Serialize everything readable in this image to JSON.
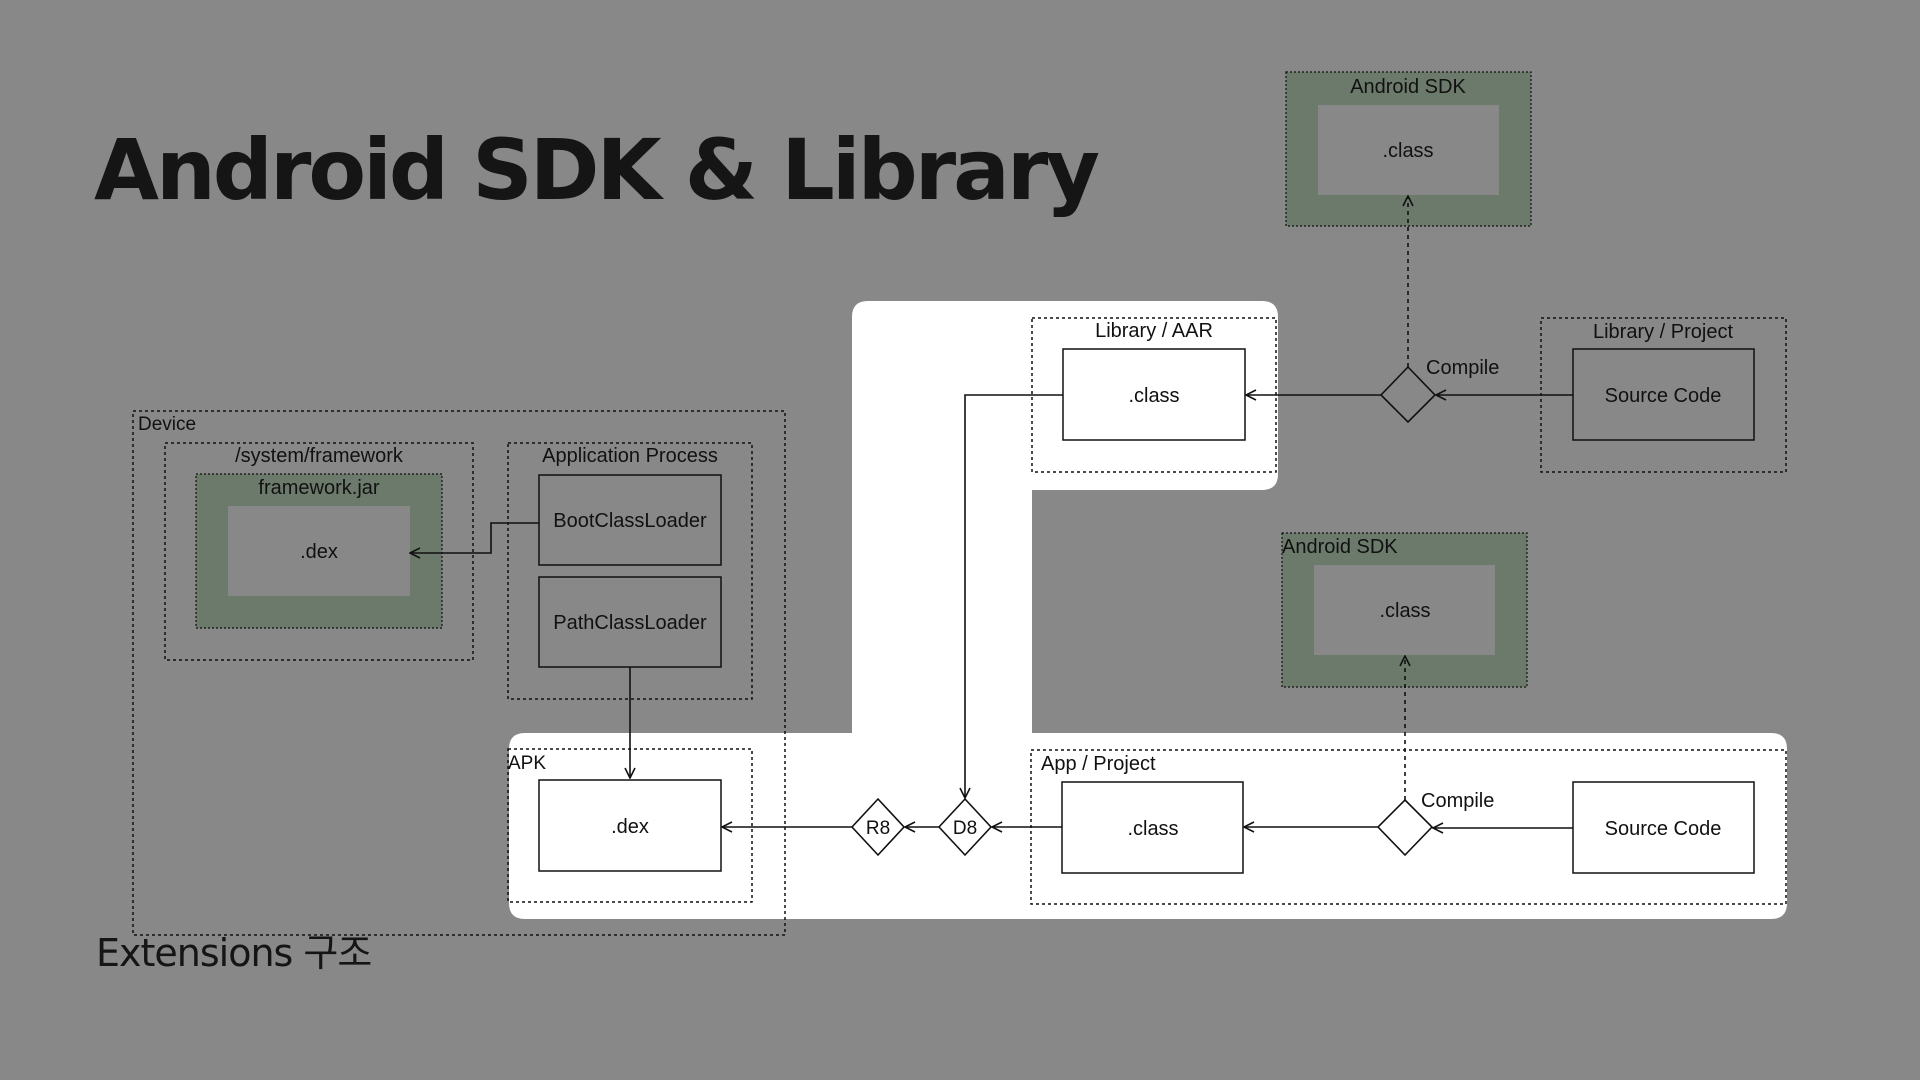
{
  "page": {
    "title": "Android SDK & Library",
    "subtitle": "Extensions 구조"
  },
  "colors": {
    "background": "#888888",
    "highlight": "#ffffff",
    "sdk_fill": "#6c7a6c",
    "box_fill": "#ffffff",
    "line": "#111111"
  },
  "diagram": {
    "device": {
      "label": "Device",
      "system_framework": {
        "label": "/system/framework",
        "framework_jar": {
          "label": "framework.jar",
          "dex": ".dex"
        }
      },
      "application_process": {
        "label": "Application Process",
        "boot_class_loader": "BootClassLoader",
        "path_class_loader": "PathClassLoader"
      }
    },
    "apk": {
      "label": "APK",
      "dex": ".dex"
    },
    "r8": "R8",
    "d8": "D8",
    "library_aar": {
      "label": "Library / AAR",
      "class": ".class"
    },
    "library_project": {
      "label": "Library / Project",
      "source": "Source Code"
    },
    "sdk_top": {
      "label": "Android SDK",
      "class": ".class"
    },
    "sdk_bottom": {
      "label": "Android SDK",
      "class": ".class"
    },
    "app_project": {
      "label": "App / Project",
      "class": ".class",
      "source": "Source Code"
    },
    "compile_top": "Compile",
    "compile_bottom": "Compile"
  }
}
